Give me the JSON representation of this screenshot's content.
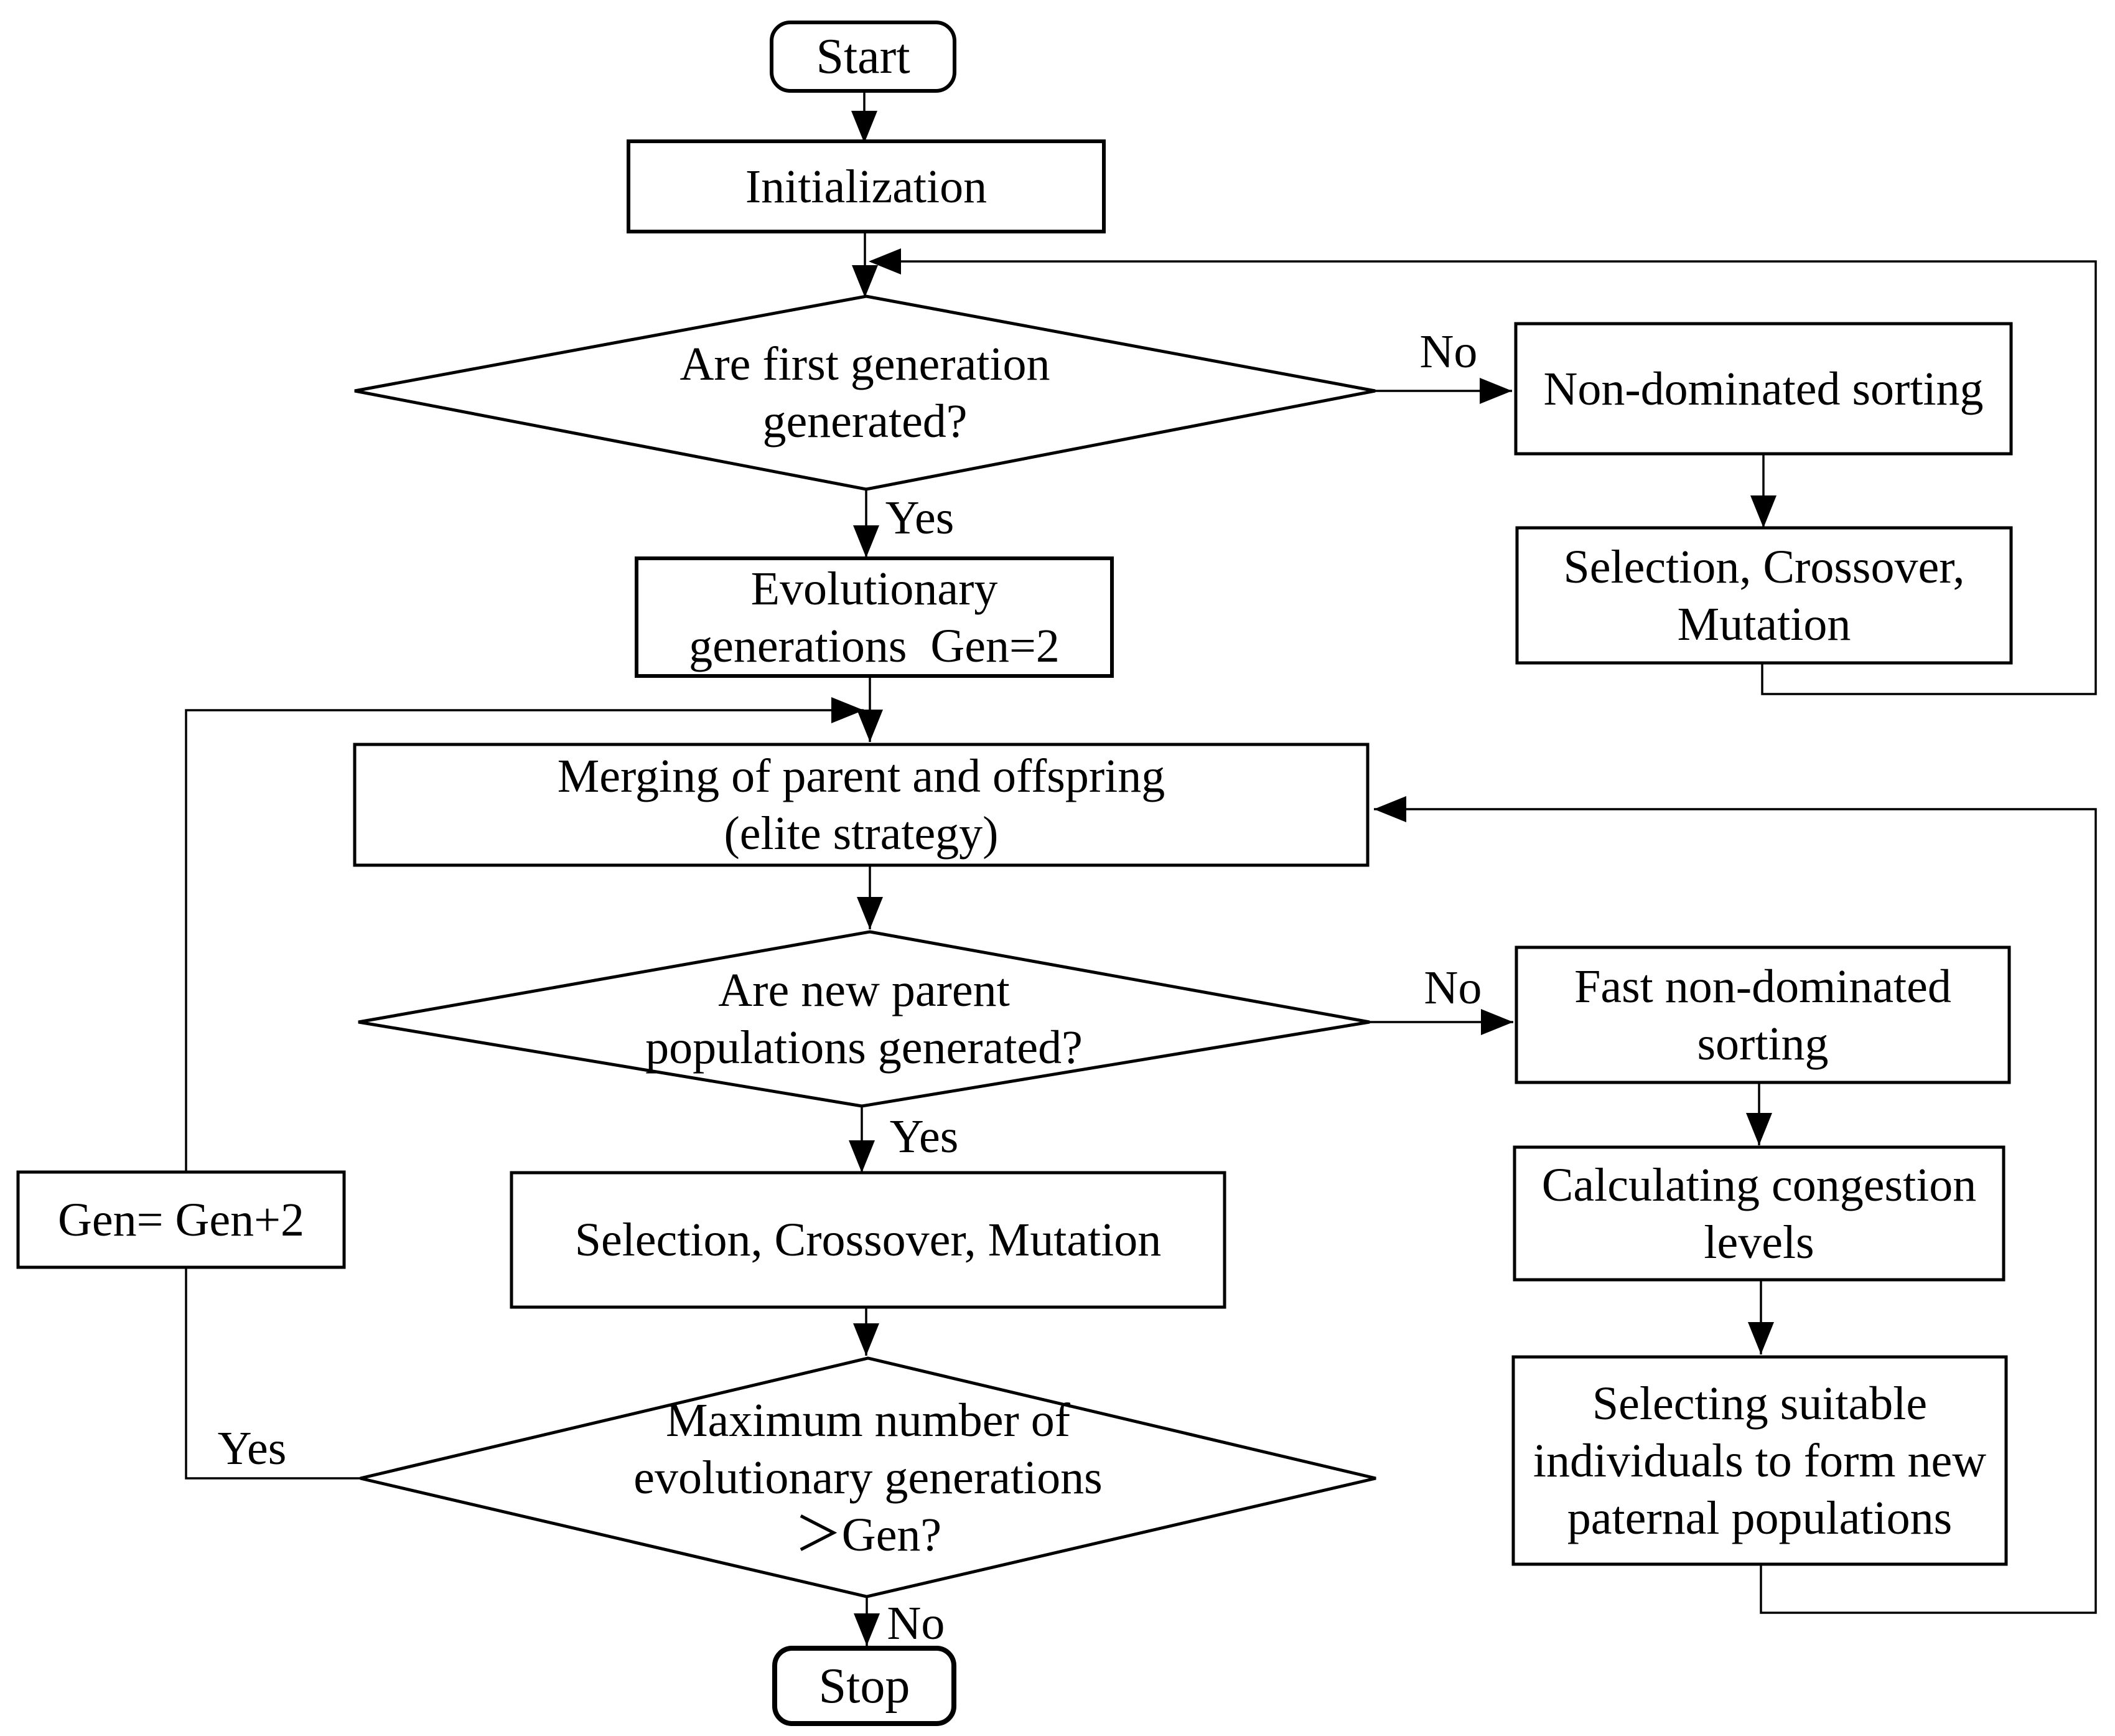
{
  "figure": {
    "background": "#ffffff",
    "line_color": "#000000",
    "text_color": "#000000"
  },
  "nodes": {
    "start": {
      "label": "Start",
      "type": "terminator"
    },
    "initialization": {
      "label": "Initialization",
      "type": "process"
    },
    "first_generation_check": {
      "label": "Are first generation\ngenerated?",
      "type": "decision"
    },
    "evolutionary_generations": {
      "label": "Evolutionary\ngenerations  Gen=2",
      "type": "process"
    },
    "merging": {
      "label": "Merging of parent and offspring\n(elite strategy)",
      "type": "process"
    },
    "new_parent_check": {
      "label": "Are new parent\npopulations generated?",
      "type": "decision"
    },
    "selection_crossover_mutation_main": {
      "label": "Selection, Crossover, Mutation",
      "type": "process"
    },
    "max_generations_check": {
      "label": "Maximum number of\nevolutionary generations\n＞Gen?",
      "type": "decision"
    },
    "stop": {
      "label": "Stop",
      "type": "terminator"
    },
    "gen_increment": {
      "label": "Gen= Gen+2",
      "type": "process"
    },
    "non_dominated_sorting": {
      "label": "Non-dominated sorting",
      "type": "process"
    },
    "selection_crossover_mutation_right": {
      "label": "Selection, Crossover,\nMutation",
      "type": "process"
    },
    "fast_non_dominated_sorting": {
      "label": "Fast non-dominated\nsorting",
      "type": "process"
    },
    "calculating_congestion": {
      "label": "Calculating congestion\nlevels",
      "type": "process"
    },
    "selecting_suitable": {
      "label": "Selecting suitable\nindividuals to form new\npaternal populations",
      "type": "process"
    }
  },
  "edge_labels": {
    "first_gen_yes": "Yes",
    "first_gen_no": "No",
    "new_parent_yes": "Yes",
    "new_parent_no": "No",
    "max_gen_yes": "Yes",
    "max_gen_no": "No"
  }
}
